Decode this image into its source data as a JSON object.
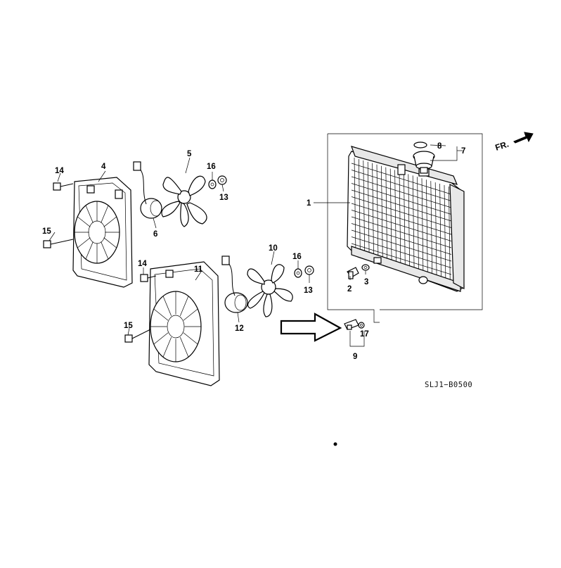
{
  "diagram": {
    "drawing_code": "SLJ1−B0500",
    "direction_label": "FR.",
    "callouts": [
      "1",
      "2",
      "3",
      "4",
      "5",
      "6",
      "7",
      "8",
      "9",
      "10",
      "11",
      "12",
      "13",
      "13",
      "14",
      "14",
      "15",
      "15",
      "16",
      "16",
      "17"
    ]
  }
}
